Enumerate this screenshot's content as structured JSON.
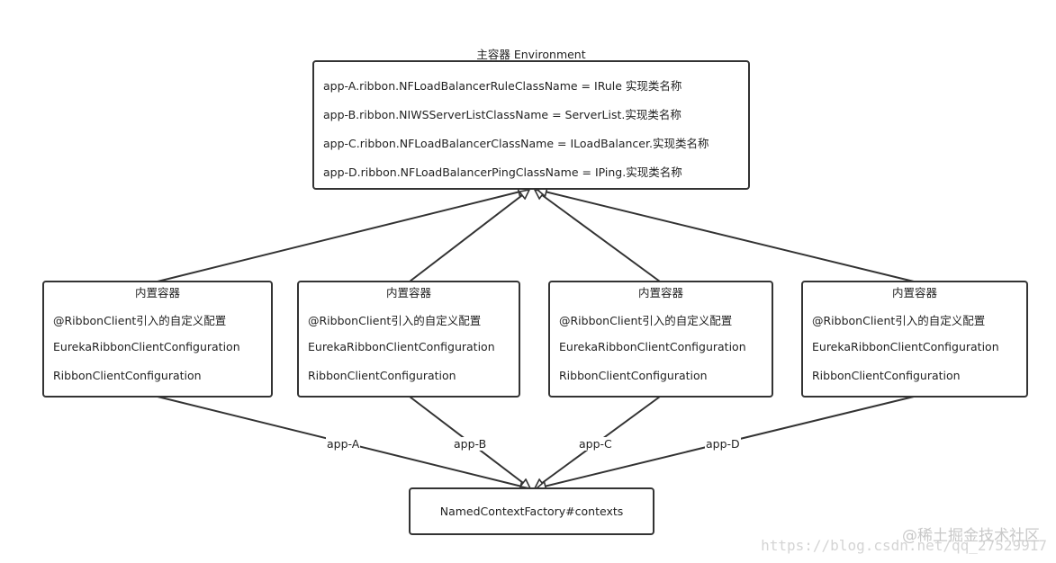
{
  "main_container": {
    "title": "主容器 Environment",
    "lines": [
      "app-A.ribbon.NFLoadBalancerRuleClassName = IRule 实现类名称",
      "app-B.ribbon.NIWSServerListClassName = ServerList.实现类名称",
      "app-C.ribbon.NFLoadBalancerClassName = ILoadBalancer.实现类名称",
      "app-D.ribbon.NFLoadBalancerPingClassName = IPing.实现类名称"
    ]
  },
  "child_containers": [
    {
      "title": "内置容器",
      "lines": [
        "@RibbonClient引入的自定义配置",
        "EurekaRibbonClientConfiguration",
        "RibbonClientConfiguration"
      ]
    },
    {
      "title": "内置容器",
      "lines": [
        "@RibbonClient引入的自定义配置",
        "EurekaRibbonClientConfiguration",
        "RibbonClientConfiguration"
      ]
    },
    {
      "title": "内置容器",
      "lines": [
        "@RibbonClient引入的自定义配置",
        "EurekaRibbonClientConfiguration",
        "RibbonClientConfiguration"
      ]
    },
    {
      "title": "内置容器",
      "lines": [
        "@RibbonClient引入的自定义配置",
        "EurekaRibbonClientConfiguration",
        "RibbonClientConfiguration"
      ]
    }
  ],
  "edge_labels": [
    "app-A",
    "app-B",
    "app-C",
    "app-D"
  ],
  "factory": {
    "label": "NamedContextFactory#contexts"
  },
  "watermark": {
    "brand": "@稀土掘金技术社区",
    "url": "https://blog.csdn.net/qq_27529917"
  },
  "colors": {
    "stroke": "#333333",
    "background": "#ffffff"
  }
}
